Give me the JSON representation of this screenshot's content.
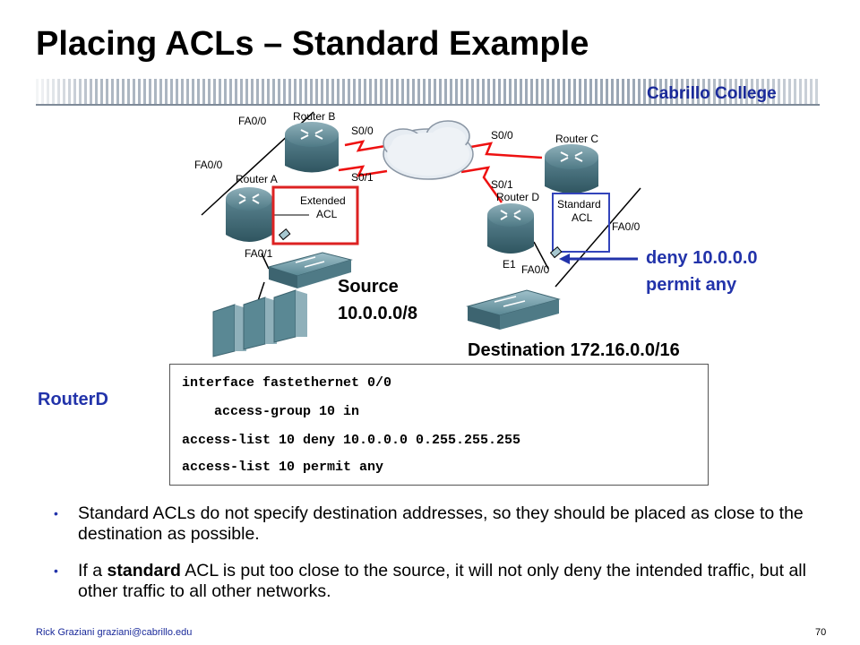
{
  "title": "Placing ACLs – Standard Example",
  "brand": "Cabrillo College",
  "diagram": {
    "labels": {
      "fa00_top": "FA0/0",
      "router_b": "Router B",
      "s00_left": "S0/0",
      "s00_right": "S0/0",
      "router_c": "Router C",
      "fa00_left": "FA0/0",
      "router_a": "Router A",
      "s01_left": "S0/1",
      "extended_acl_line1": "Extended",
      "extended_acl_line2": "ACL",
      "s01_right": "S0/1",
      "router_d": "Router D",
      "standard_acl_line1": "Standard",
      "standard_acl_line2": "ACL",
      "fa00_right": "FA0/0",
      "fa01": "FA0/1",
      "e1": "E1",
      "fa00_d": "FA0/0"
    },
    "source_line1": "Source",
    "source_line2": "10.0.0.0/8",
    "destination": "Destination 172.16.0.0/16",
    "rule_line1": "deny 10.0.0.0",
    "rule_line2": "permit any"
  },
  "router_name": "RouterD",
  "code": [
    "interface fastethernet 0/0",
    "    access-group 10 in",
    "access-list 10 deny 10.0.0.0 0.255.255.255",
    "access-list 10 permit any"
  ],
  "bullets": [
    {
      "before": "Standard ACLs do not specify destination addresses, so they should be placed as close to the destination as possible.",
      "bold": "",
      "after": ""
    },
    {
      "before": "If a ",
      "bold": "standard",
      "after": " ACL is put too close to the source, it will not only deny the intended traffic, but all other traffic to all other networks."
    }
  ],
  "footer": {
    "author": "Rick Graziani  graziani@cabrillo.edu",
    "page": "70"
  },
  "colors": {
    "accent_blue": "#2233aa",
    "highlight_red": "#dd2222",
    "serial_red": "#ee1111",
    "router_teal": "#5f8a96"
  }
}
